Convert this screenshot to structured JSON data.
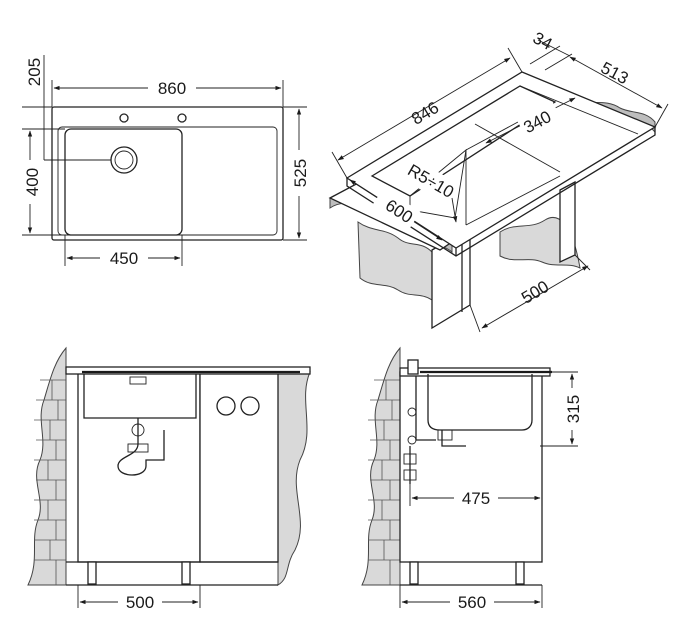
{
  "top_view": {
    "dim_width": "860",
    "dim_depth": "525",
    "dim_back": "205",
    "dim_bowl_depth": "400",
    "dim_bowl_width": "450"
  },
  "iso_view": {
    "dim_length": "846",
    "dim_thickness": "34",
    "dim_depth": "513",
    "dim_board": "340",
    "dim_radius": "R5÷10",
    "dim_cabinet_width": "600",
    "dim_cabinet_depth": "500"
  },
  "front_view": {
    "dim_cabinet": "500"
  },
  "side_view": {
    "dim_height": "315",
    "dim_drain": "475",
    "dim_cabinet": "560"
  }
}
